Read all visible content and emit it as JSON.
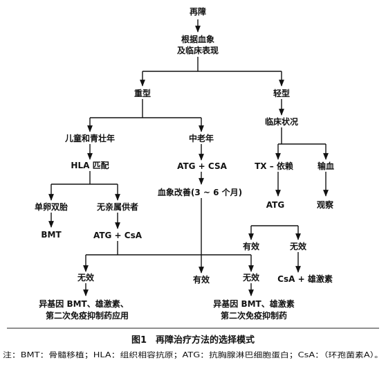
{
  "diagram": {
    "nodes": {
      "root": "再障",
      "assess_line1": "根据血象",
      "assess_line2": "及临床表现",
      "severe": "重型",
      "mild": "轻型",
      "young": "儿童和青壮年",
      "elderly": "中老年",
      "clinical": "临床状况",
      "hla": "HLA 匹配",
      "atg_csa_elderly": "ATG + CSA",
      "tx_dependent": "TX – 依赖",
      "transfusion": "输血",
      "improve": "血象改善(3 ~ 6 个月)",
      "twin": "单卵双胎",
      "unrelated": "无亲属供者",
      "atg_mild": "ATG",
      "observe": "观察",
      "bmt": "BMT",
      "atg_csa_young": "ATG + CsA",
      "effective_mild": "有效",
      "ineffective_mild": "无效",
      "ineffective_left": "无效",
      "effective_mid": "有效",
      "ineffective_mid": "无效",
      "csa_androgen": "CsA + 雄激素",
      "outcome_left_line1": "异基因 BMT、雄激素、",
      "outcome_left_line2": "第二次免疫抑制药应用",
      "outcome_mid_line1": "异基因 BMT、雄激素",
      "outcome_mid_line2": "第二次免疫抑制药"
    }
  },
  "caption": "图1　再障治疗方法的选择模式",
  "footnote": "注：BMT：骨髓移植；HLA：组织相容抗原；ATG：抗胸腺淋巴细胞蛋白；CsA：（环孢菌素A）。"
}
